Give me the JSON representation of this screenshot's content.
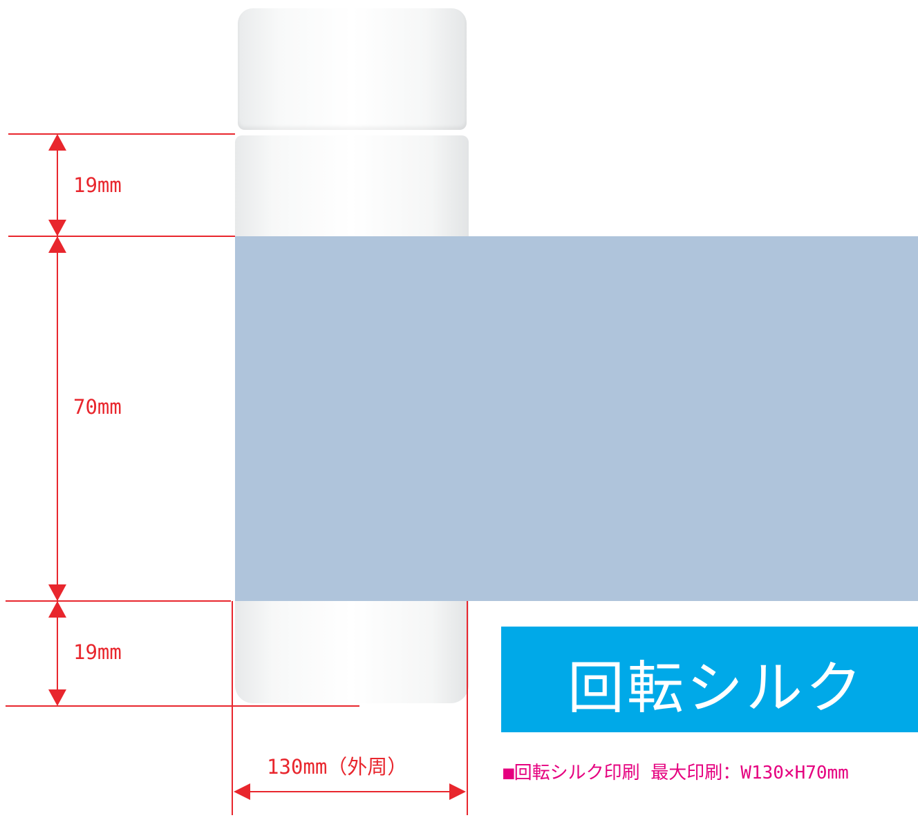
{
  "dimensions": {
    "upper_margin": "19mm",
    "print_height": "70mm",
    "lower_margin": "19mm",
    "circumference": "130mm（外周）"
  },
  "banner": {
    "title": "回転シルク"
  },
  "spec": {
    "text": "■回転シルク印刷 最大印刷：W130×H70mm"
  },
  "colors": {
    "dimension_line": "#e8262d",
    "print_area": "#afc4db",
    "banner_background": "#00a9e8",
    "spec_text": "#e5007f"
  }
}
